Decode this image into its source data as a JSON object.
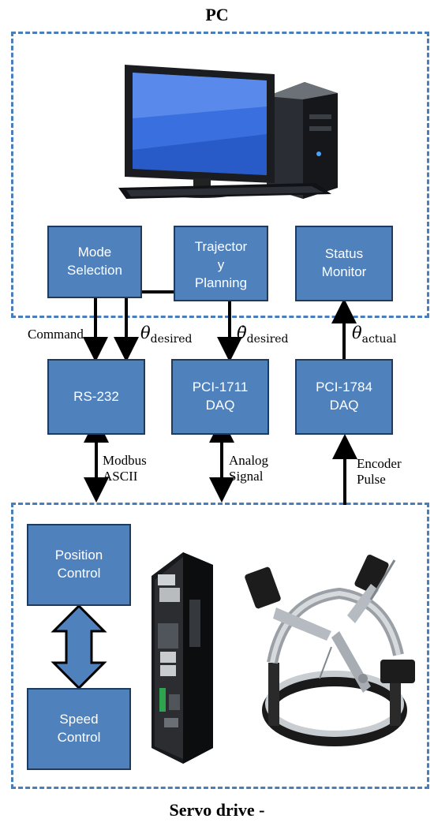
{
  "header": {
    "title": "PC"
  },
  "footer": {
    "title": "Servo drive -"
  },
  "boxes": {
    "mode_line1": "Mode",
    "mode_line2": "Selection",
    "traj_line1": "Trajector",
    "traj_line2": "y",
    "traj_line3": "Planning",
    "status_line1": "Status",
    "status_line2": "Monitor",
    "rs232": "RS-232",
    "pci1711_line1": "PCI-1711",
    "pci1711_line2": "DAQ",
    "pci1784_line1": "PCI-1784",
    "pci1784_line2": "DAQ",
    "position_line1": "Position",
    "position_line2": "Control",
    "speed_line1": "Speed",
    "speed_line2": "Control"
  },
  "labels": {
    "command": "Command",
    "theta_desired_sym": "θ",
    "theta_desired_sub": "desired",
    "thetadot_desired_sym": "θ̇",
    "thetadot_desired_sub": "desired",
    "theta_actual_sym": "θ",
    "theta_actual_sub": "actual",
    "modbus_line1": "Modbus",
    "modbus_line2": "ASCII",
    "analog_line1": "Analog",
    "analog_line2": "Signal",
    "encoder_line1": "Encoder",
    "encoder_line2": "Pulse"
  },
  "colors": {
    "box_fill": "#4f81bd",
    "dash_border": "#4a7ebb",
    "arrow": "#000000"
  }
}
